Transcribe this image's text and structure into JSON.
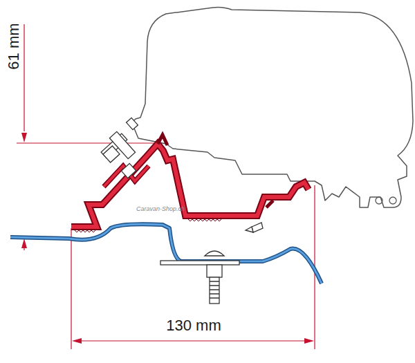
{
  "diagram": {
    "labels": [
      "61 mm",
      "130 mm",
      "Caravan-Shop.ch"
    ]
  }
}
